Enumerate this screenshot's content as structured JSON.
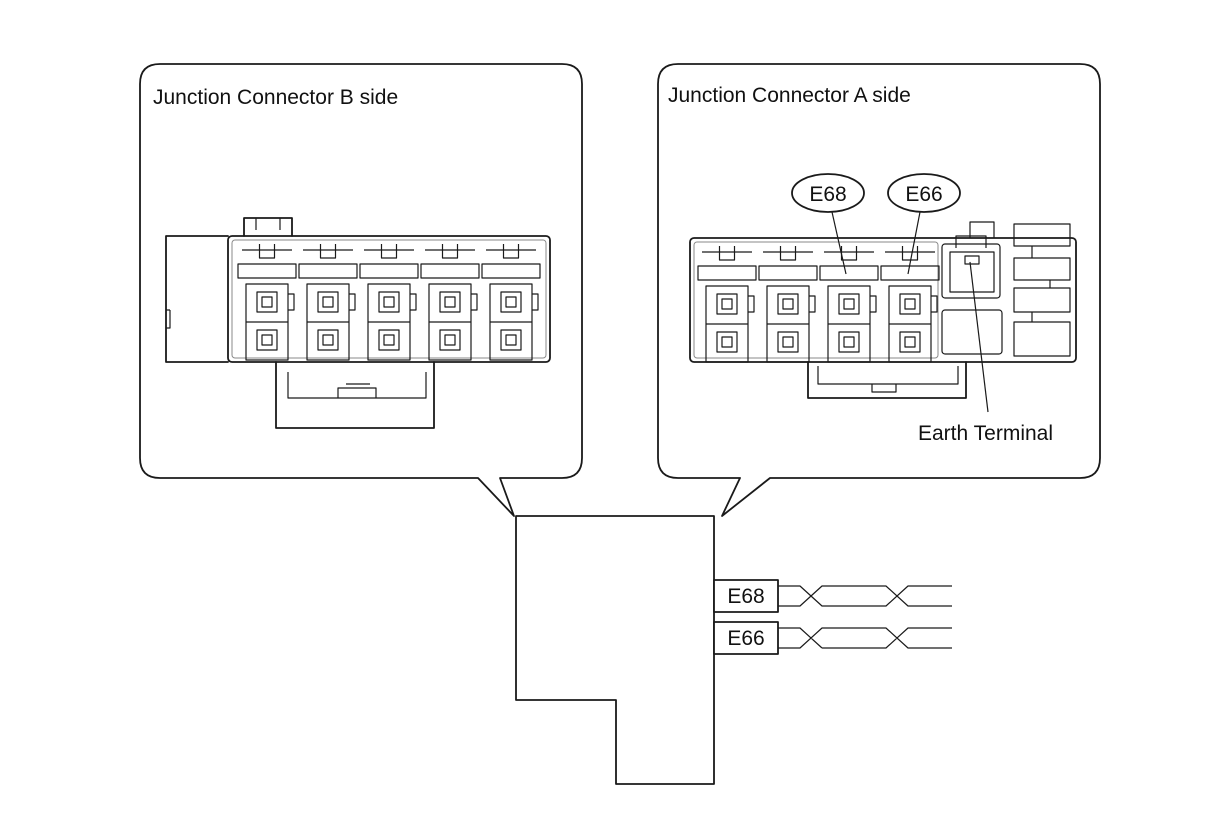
{
  "callout_b": {
    "title": "Junction Connector B side"
  },
  "callout_a": {
    "title": "Junction Connector A side",
    "pin_labels": [
      "E68",
      "E66"
    ],
    "earth_terminal_label": "Earth Terminal"
  },
  "wires": [
    {
      "label": "E68"
    },
    {
      "label": "E66"
    }
  ],
  "colors": {
    "line": "#1a1a1a",
    "background": "#ffffff"
  }
}
